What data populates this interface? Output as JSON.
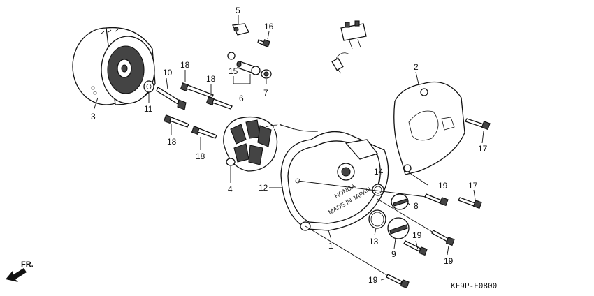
{
  "diagram": {
    "code": "KF9P-E0800",
    "direction_label": "FR.",
    "cover_text": "HONDA",
    "cover_subtext": "MADE IN JAPAN",
    "labels": {
      "l1": "1",
      "l2": "2",
      "l3": "3",
      "l4": "4",
      "l5": "5",
      "l6": "6",
      "l7": "7",
      "l8": "8",
      "l9": "9",
      "l10": "10",
      "l11": "11",
      "l12": "12",
      "l13": "13",
      "l14": "14",
      "l15": "15",
      "l16": "16",
      "l17a": "17",
      "l17b": "17",
      "l18a": "18",
      "l18b": "18",
      "l18c": "18",
      "l18d": "18",
      "l19a": "19",
      "l19b": "19",
      "l19c": "19",
      "l19d": "19"
    }
  }
}
